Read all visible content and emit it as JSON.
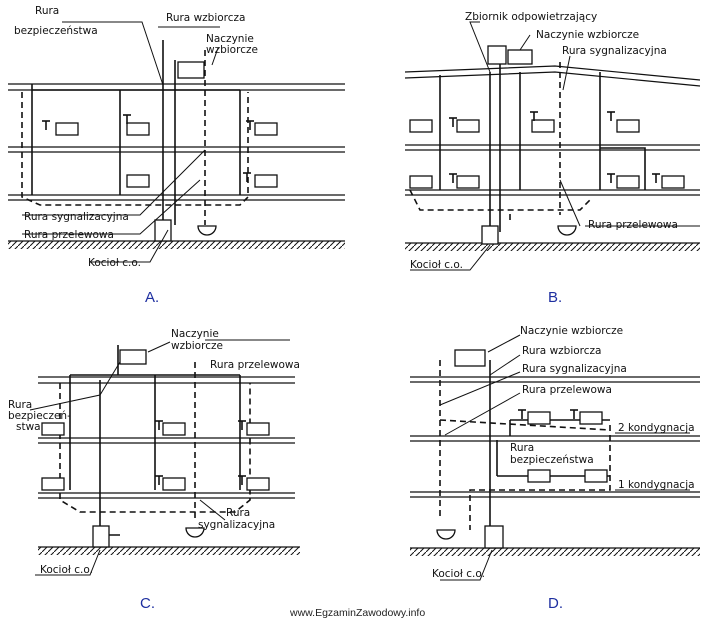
{
  "panels": {
    "a": {
      "letter": "A.",
      "rura_bezp_1": "Rura",
      "rura_bezp_2": "bezpieczeństwa",
      "rura_wzbiorcza": "Rura wzbiorcza",
      "naczynie_1": "Naczynie",
      "naczynie_2": "wzbiorcze",
      "rura_sygnalizacyjna": "Rura sygnalizacyjna",
      "rura_przelewowa": "Rura przelewowa",
      "kociol": "Kocioł c.o."
    },
    "b": {
      "letter": "B.",
      "zbiornik": "Zbiornik odpowietrzający",
      "naczynie": "Naczynie wzbiorcze",
      "rura_sygnalizacyjna": "Rura sygnalizacyjna",
      "rura_przelewowa": "Rura przelewowa",
      "kociol": "Kocioł c.o."
    },
    "c": {
      "letter": "C.",
      "naczynie_1": "Naczynie",
      "naczynie_2": "wzbiorcze",
      "rura_przelewowa": "Rura przelewowa",
      "rura_bezp_1": "Rura",
      "rura_bezp_2": "bezpieczeń-",
      "rura_bezp_3": "stwa",
      "rura_syg_1": "Rura",
      "rura_syg_2": "sygnalizacyjna",
      "kociol": "Kocioł c.o."
    },
    "d": {
      "letter": "D.",
      "naczynie": "Naczynie wzbiorcze",
      "rura_wzbiorcza": "Rura wzbiorcza",
      "rura_sygnalizacyjna": "Rura sygnalizacyjna",
      "rura_przelewowa": "Rura przelewowa",
      "kondygnacja_2": "2 kondygnacja",
      "rura_bezp_1": "Rura",
      "rura_bezp_2": "bezpieczeństwa",
      "kondygnacja_1": "1 kondygnacja",
      "kociol": "Kocioł c.o."
    }
  },
  "watermark": "www.EgzaminZawodowy.info"
}
